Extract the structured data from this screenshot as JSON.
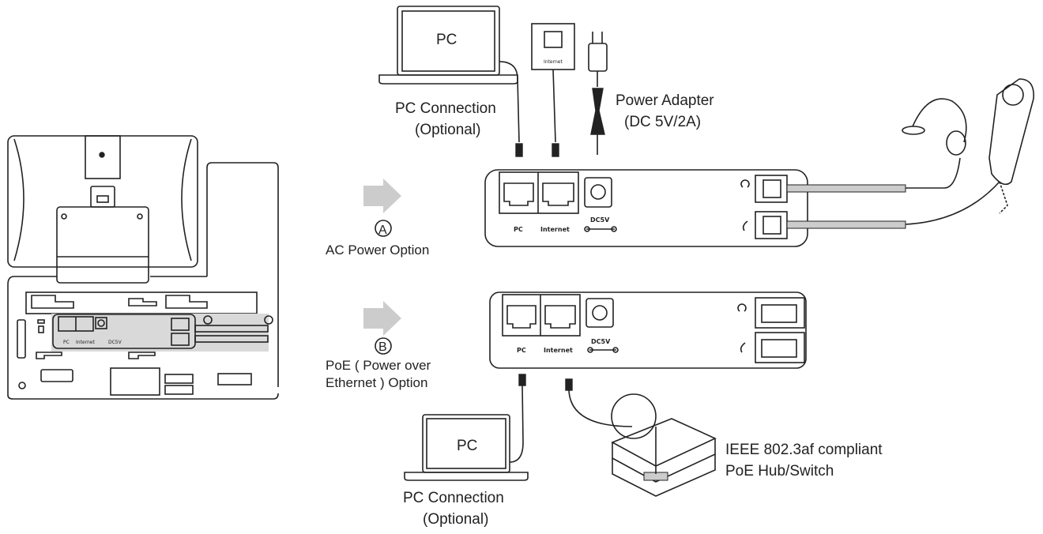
{
  "top": {
    "pc_screen_label": "PC",
    "wall_jack_label": "Internet",
    "pc_connection_line1": "PC Connection",
    "pc_connection_line2": "(Optional)",
    "power_adapter_line1": "Power Adapter",
    "power_adapter_line2": "(DC 5V/2A)"
  },
  "option_a": {
    "marker": "A",
    "label": "AC Power Option"
  },
  "option_b": {
    "marker": "B",
    "label_line1": "PoE ( Power over",
    "label_line2": "Ethernet ) Option"
  },
  "ports": {
    "pc": "PC",
    "internet": "Internet",
    "dc": "DC5V"
  },
  "phone_back_ports": {
    "pc": "PC",
    "internet": "Internet",
    "dc": "DC5V"
  },
  "bottom": {
    "pc_screen_label": "PC",
    "pc_connection_line1": "PC Connection",
    "pc_connection_line2": "(Optional)",
    "switch_line1": "IEEE 802.3af compliant",
    "switch_line2": "PoE Hub/Switch"
  },
  "colors": {
    "line": "#222222",
    "arrow": "#cccccc",
    "panel": "#d9d9d9"
  }
}
